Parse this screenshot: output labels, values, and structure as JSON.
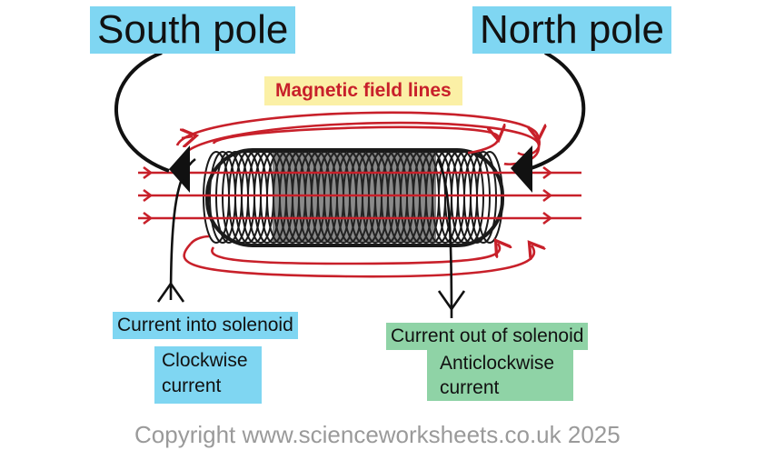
{
  "labels": {
    "south_pole": "South pole",
    "north_pole": "North pole",
    "field_lines": "Magnetic field lines",
    "current_in": "Current into solenoid",
    "clockwise": "Clockwise current",
    "current_out": "Current out of solenoid",
    "anticlockwise": "Anticlockwise current",
    "copyright": "Copyright www.scienceworksheets.co.uk 2025"
  },
  "colors": {
    "field_line": "#c8202a",
    "coil": "#1a1a1a",
    "pole_label_bg": "#7fd6f2",
    "current_out_bg": "#8fd3a6",
    "field_label_bg": "#fbf0a6",
    "copyright_text": "#9a9a9a"
  }
}
